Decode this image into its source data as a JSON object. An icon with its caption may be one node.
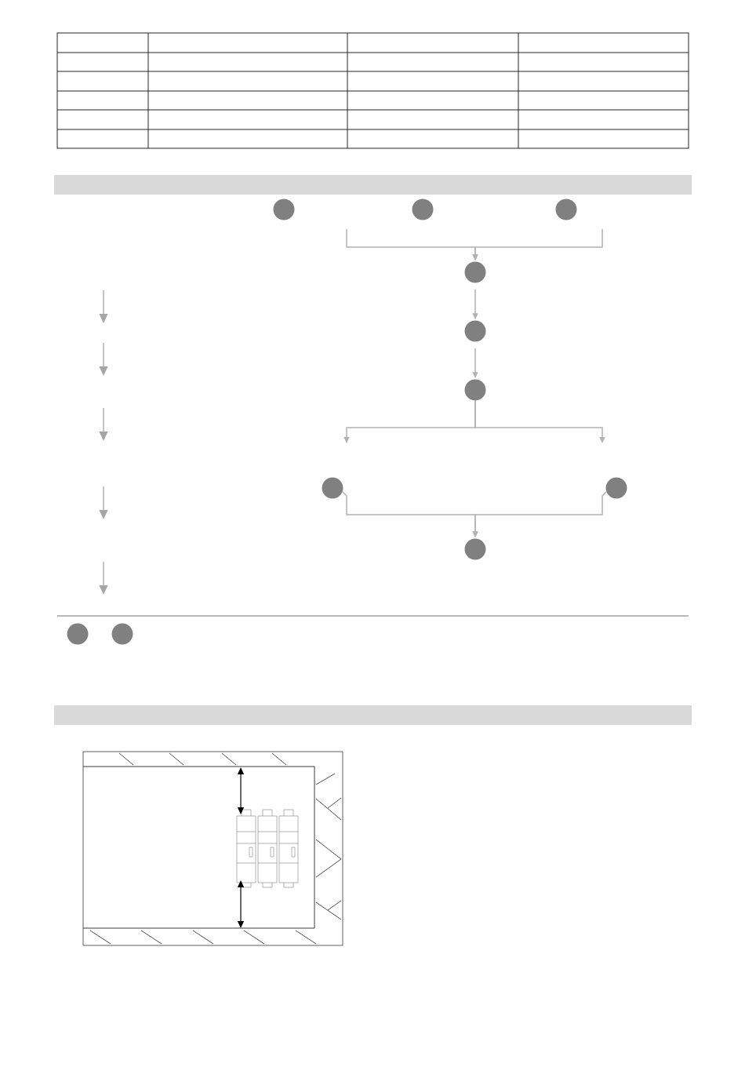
{
  "diagram": {
    "nodes": [
      {
        "text": [],
        "shape": "bar"
      },
      {
        "text": [],
        "shape": "circle"
      },
      {
        "text": [],
        "shape": "circle"
      },
      {
        "text": [],
        "shape": "circle"
      },
      {
        "text": [],
        "shape": "circle"
      },
      {
        "text": [],
        "shape": "circle"
      },
      {
        "text": [],
        "shape": "circle"
      },
      {
        "text": [],
        "shape": "circle"
      },
      {
        "text": [],
        "shape": "circle"
      },
      {
        "text": [],
        "shape": "circle"
      },
      {
        "text": [],
        "shape": "circle"
      },
      {
        "text": [],
        "shape": "circle"
      },
      {
        "text": [],
        "shape": "bar"
      }
    ],
    "edges": [
      {
        "from": null,
        "to": 4,
        "arrow": "to"
      },
      {
        "from": null,
        "to": 4,
        "arrow": "to"
      },
      {
        "from": 4,
        "to": 5,
        "arrow": "to"
      },
      {
        "from": 5,
        "to": 6,
        "arrow": "to"
      },
      {
        "from": 6,
        "to": null,
        "arrow": "to"
      },
      {
        "from": 6,
        "to": null,
        "arrow": "to"
      },
      {
        "from": 7,
        "to": 9,
        "arrow": "to"
      },
      {
        "from": 8,
        "to": 9,
        "arrow": "to"
      }
    ]
  }
}
